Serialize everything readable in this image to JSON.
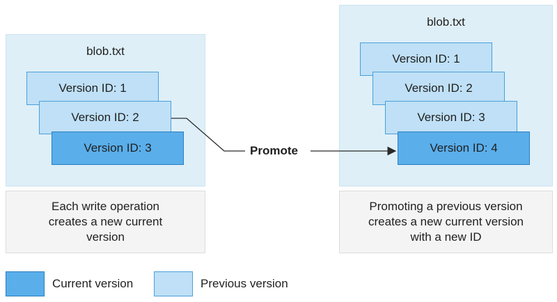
{
  "left_panel": {
    "title": "blob.txt",
    "versions": [
      {
        "label": "Version ID: 1",
        "state": "previous"
      },
      {
        "label": "Version ID: 2",
        "state": "previous"
      },
      {
        "label": "Version ID: 3",
        "state": "current"
      }
    ],
    "caption": [
      "Each write operation",
      "creates a new current",
      "version"
    ]
  },
  "right_panel": {
    "title": "blob.txt",
    "versions": [
      {
        "label": "Version ID: 1",
        "state": "previous"
      },
      {
        "label": "Version ID: 2",
        "state": "previous"
      },
      {
        "label": "Version ID: 3",
        "state": "previous"
      },
      {
        "label": "Version ID: 4",
        "state": "current"
      }
    ],
    "caption": [
      "Promoting a previous version",
      "creates a new current version",
      "with a new ID"
    ]
  },
  "connector": {
    "label": "Promote"
  },
  "legend": {
    "current_label": "Current version",
    "previous_label": "Previous version"
  },
  "colors": {
    "panel_bg": "#deeff8",
    "current_version": "#5aaeea",
    "previous_version": "#bfe0f6",
    "caption_bg": "#f4f4f4"
  }
}
